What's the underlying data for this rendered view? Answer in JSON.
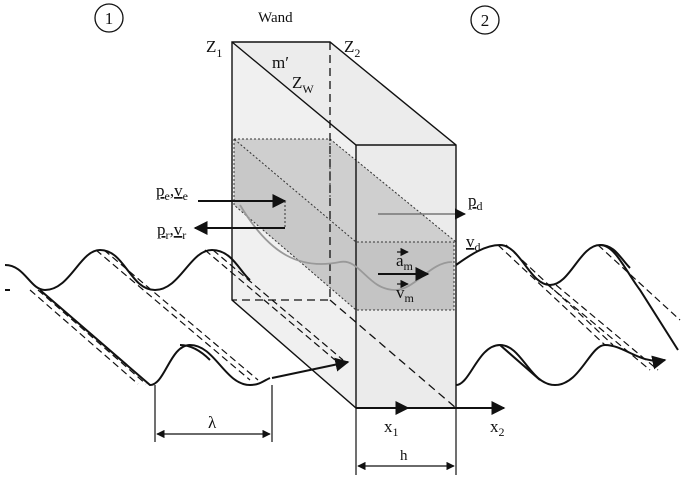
{
  "title": "Wand",
  "regions": {
    "left": "1",
    "right": "2"
  },
  "impedances": {
    "z1": {
      "base": "Z",
      "sub": "1"
    },
    "z2": {
      "base": "Z",
      "sub": "2"
    },
    "zw": {
      "base": "Z",
      "sub": "W"
    }
  },
  "mass_label": "m′",
  "incident": {
    "p": "p",
    "p_sub": "e",
    "sep": ",",
    "v": "v",
    "v_sub": "e"
  },
  "reflected": {
    "p": "p",
    "p_sub": "r",
    "sep": ",",
    "v": "v",
    "v_sub": "r"
  },
  "transmitted_p": {
    "base": "p",
    "sub": "d"
  },
  "transmitted_v": {
    "base": "v",
    "sub": "d"
  },
  "wall_accel": {
    "base": "a",
    "sub": "m"
  },
  "wall_velocity": {
    "base": "v",
    "sub": "m"
  },
  "axis_x1": {
    "base": "x",
    "sub": "1"
  },
  "axis_x2": {
    "base": "x",
    "sub": "2"
  },
  "wavelength": "λ",
  "thickness": "h"
}
